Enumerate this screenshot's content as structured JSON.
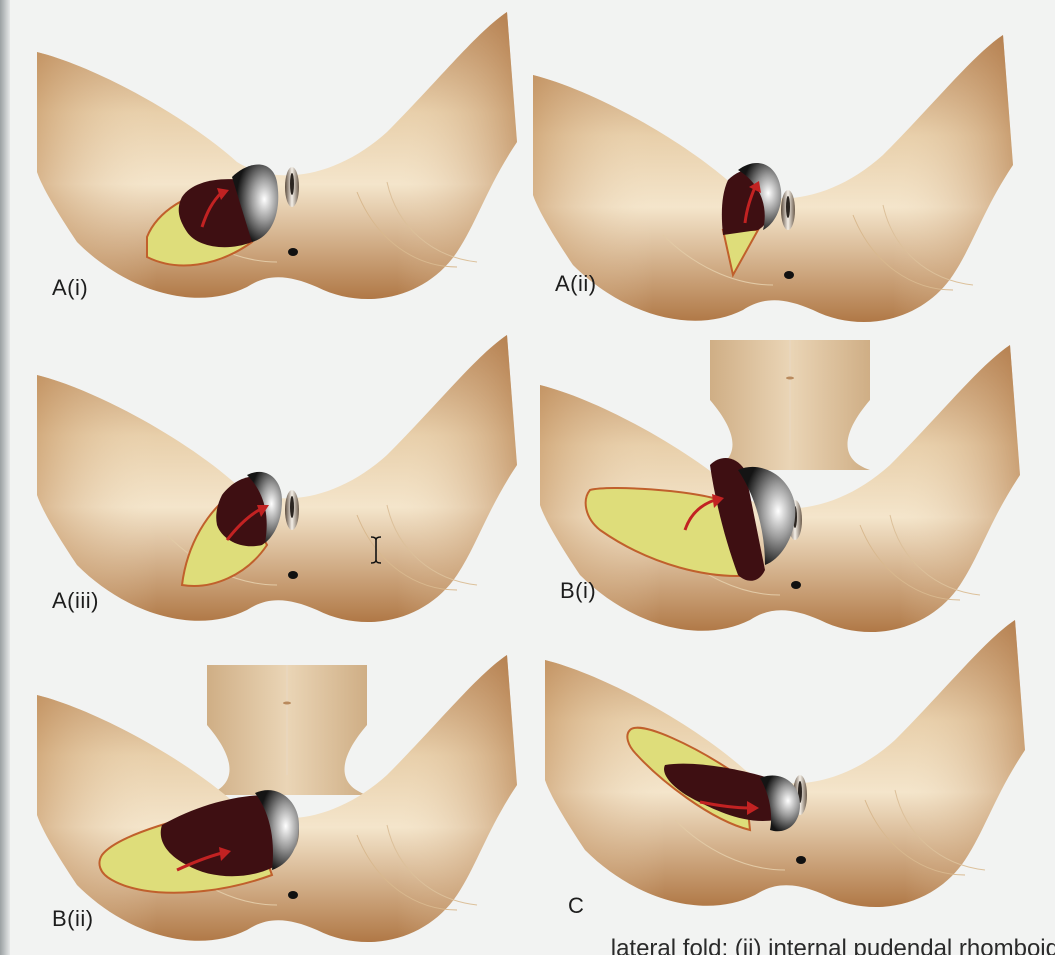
{
  "figure": {
    "panels": [
      {
        "id": "A(i)",
        "label": "A(i)"
      },
      {
        "id": "A(ii)",
        "label": "A(ii)"
      },
      {
        "id": "A(iii)",
        "label": "A(iii)"
      },
      {
        "id": "B(i)",
        "label": "B(i)"
      },
      {
        "id": "B(ii)",
        "label": "B(ii)"
      },
      {
        "id": "C",
        "label": "C"
      }
    ],
    "caption_fragment": "lateral fold; (ii) internal pudendal rhomboid"
  },
  "colors": {
    "skin_light": "#f3e2c6",
    "skin_dark": "#b0794a",
    "flap_yellow": "#dedd7a",
    "flap_outline": "#c0602c",
    "defect_dark": "#3e0f12",
    "arrow_red": "#c22222"
  },
  "icons": [
    "text-cursor-icon"
  ]
}
